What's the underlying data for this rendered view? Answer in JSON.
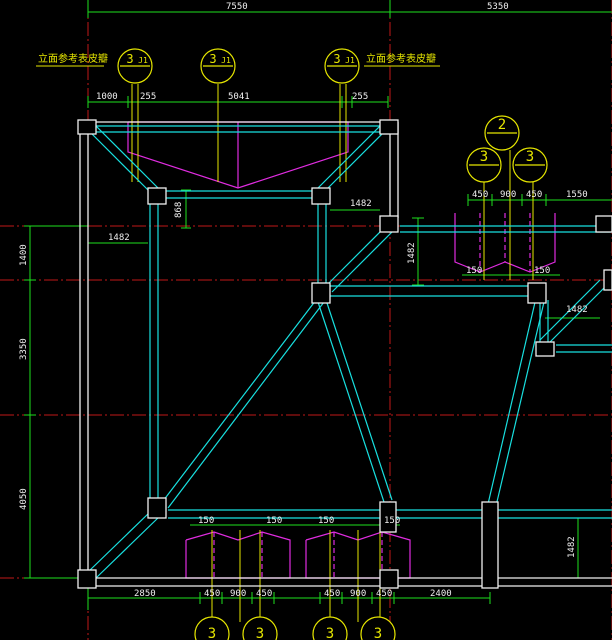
{
  "top_dims": [
    "7550",
    "5350"
  ],
  "notes": [
    "立面参考表皮瓣",
    "立面参考表皮瓣"
  ],
  "top_span_dims": [
    "1000",
    "255",
    "5041",
    "255"
  ],
  "left_dims": [
    "1400",
    "3350",
    "4050"
  ],
  "beam_dims": [
    "868",
    "1482",
    "1482",
    "1482",
    "1482",
    "1482"
  ],
  "right_top_dims": [
    "450",
    "900",
    "450",
    "1550"
  ],
  "right_150_dims": [
    "150",
    "150"
  ],
  "bottom_150_dims": [
    "150",
    "150",
    "150",
    "150"
  ],
  "bottom_dims": [
    "2850",
    "450",
    "900",
    "450",
    "450",
    "900",
    "450",
    "2400"
  ],
  "callouts_top": [
    {
      "num": "3",
      "sub": "J1"
    },
    {
      "num": "3",
      "sub": "J1"
    },
    {
      "num": "3",
      "sub": "J1"
    }
  ],
  "callouts_right": [
    {
      "num": "2",
      "sub": ""
    },
    {
      "num": "3",
      "sub": ""
    },
    {
      "num": "3",
      "sub": ""
    }
  ],
  "callouts_bottom": [
    {
      "num": "3",
      "sub": ""
    },
    {
      "num": "3",
      "sub": ""
    },
    {
      "num": "3",
      "sub": ""
    },
    {
      "num": "3",
      "sub": ""
    }
  ],
  "colors": {
    "background": "#000000",
    "beam": "#00ffff",
    "column": "#ffffff",
    "dimension": "#00ff00",
    "dim_text": "#ffffff",
    "grid": "#ff0000",
    "annotation": "#ffff00",
    "facade": "#ff00ff"
  }
}
